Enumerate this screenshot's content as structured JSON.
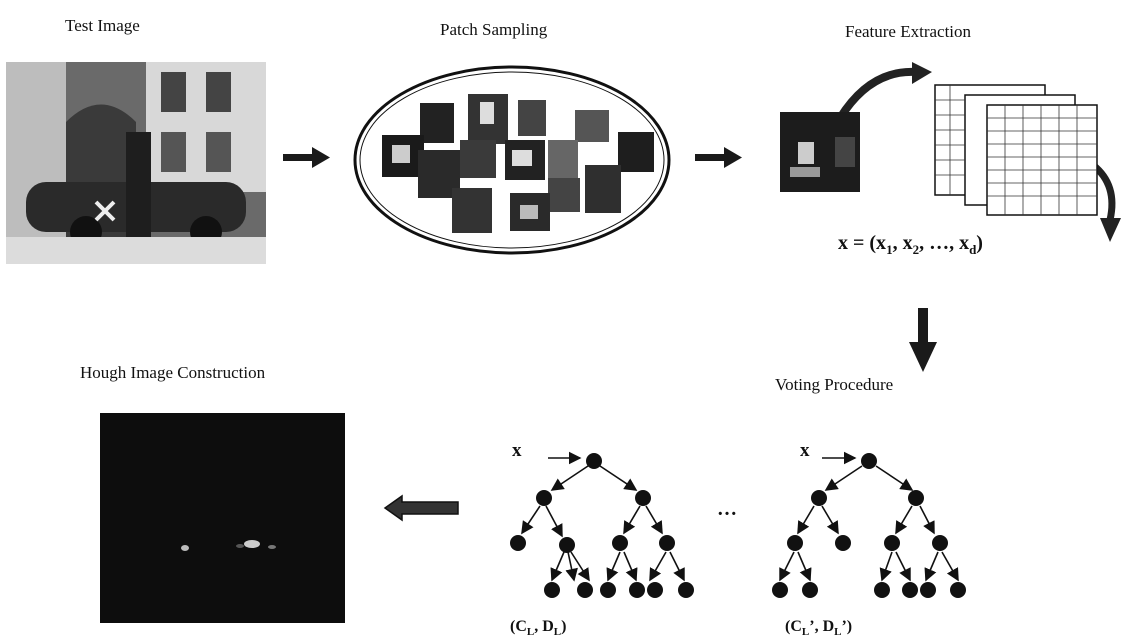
{
  "stages": {
    "test_image": "Test Image",
    "patch_sampling": "Patch Sampling",
    "feature_extraction": "Feature Extraction",
    "voting_procedure": "Voting Procedure",
    "hough_construction": "Hough Image Construction"
  },
  "feature_vector": {
    "lhs": "x",
    "rhs_open": " = (x",
    "s1": "1",
    "sep1": ", x",
    "s2": "2",
    "sep2": ", …, x",
    "sd": "d",
    "close": ")"
  },
  "trees": {
    "input_label": "x",
    "ellipsis": "…",
    "leaf1": {
      "a": "(C",
      "sub_a": "L",
      "mid": ", D",
      "sub_b": "L",
      "end": ")"
    },
    "leaf2": {
      "a": "(C",
      "sub_a": "L",
      "mid": "’, D",
      "sub_b": "L",
      "end": "’)"
    }
  },
  "colors": {
    "arrow": "#1a1a1a",
    "node": "#111111",
    "photo_dark": "#2b2b2b",
    "hough_bg": "#0d0d0d"
  }
}
